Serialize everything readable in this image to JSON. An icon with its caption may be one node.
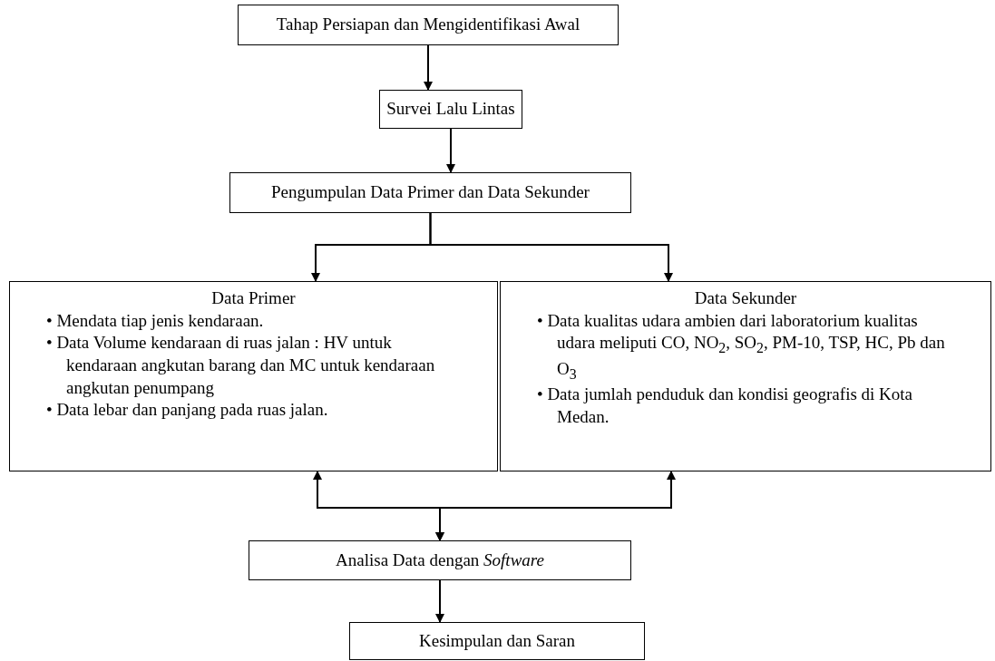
{
  "diagram": {
    "nodes": [
      {
        "text": [
          "Tahap Persiapan dan Mengidentifikasi Awal"
        ]
      },
      {
        "text": [
          "Survei Lalu Lintas"
        ]
      },
      {
        "text": [
          "Pengumpulan Data Primer dan Data Sekunder"
        ]
      },
      {
        "text": [
          "Data Primer",
          "• Mendata tiap jenis kendaraan.",
          "• Data Volume kendaraan di ruas jalan : HV untuk kendaraan angkutan barang dan MC untuk kendaraan angkutan penumpang",
          "• Data lebar dan panjang pada ruas jalan."
        ]
      },
      {
        "text": [
          "Data Sekunder",
          "• Data kualitas udara ambien dari laboratorium kualitas udara meliputi CO, NO$_{2}$, SO$_{2}$, PM-10, TSP, HC, Pb dan O$_{3}$",
          "• Data jumlah penduduk dan kondisi geografis di Kota Medan."
        ]
      },
      {
        "text": [
          "Analisa Data dengan *Software*"
        ]
      },
      {
        "text": [
          "Kesimpulan dan Saran"
        ]
      }
    ],
    "edges": [
      {
        "from": 0,
        "to": 1,
        "arrow": "to"
      },
      {
        "from": 1,
        "to": 2,
        "arrow": "to"
      },
      {
        "from": 2,
        "to": 3,
        "arrow": "to"
      },
      {
        "from": 2,
        "to": 4,
        "arrow": "to"
      },
      {
        "from": 3,
        "to": 5,
        "arrow": "both"
      },
      {
        "from": 4,
        "to": 5,
        "arrow": "both"
      },
      {
        "from": 5,
        "to": 6,
        "arrow": "to"
      }
    ]
  }
}
